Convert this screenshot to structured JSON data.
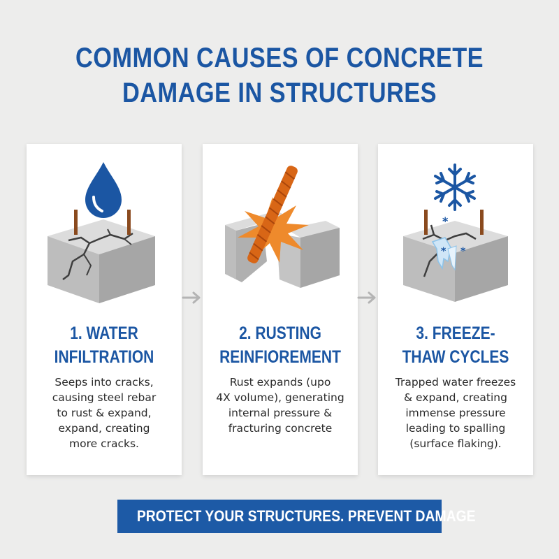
{
  "title": {
    "line1": "COMMON CAUSES OF CONCRETE",
    "line2": "DAMAGE IN STRUCTURES"
  },
  "cards": [
    {
      "icon": "water-drop-icon",
      "title_lines": [
        "1. WATER",
        "INFILTRATION"
      ],
      "text_lines": [
        "Seeps into cracks,",
        "causing steel rebar",
        "to rust & expand,",
        "expand, creating",
        "more cracks."
      ]
    },
    {
      "icon": "rust-burst-icon",
      "title_lines": [
        "2. RUSTING",
        "REINFIOREMENT"
      ],
      "text_lines": [
        "Rust expands (upo",
        "4X volume), generating",
        "internal pressure &",
        "fracturing concrete"
      ]
    },
    {
      "icon": "snowflake-icon",
      "title_lines": [
        "3. FREEZE-",
        "THAW CYCLES"
      ],
      "text_lines": [
        "Trapped water freezes",
        "& expand, creating",
        "immense pressure",
        "leading to spalling",
        "(surface flaking)."
      ]
    }
  ],
  "banner": {
    "text": "PROTECT YOUR STRUCTURES. PREVENT DAMAGE"
  },
  "colors": {
    "brand_blue": "#1b56a3",
    "rust_orange": "#e8731f",
    "concrete_gray": "#b9b9b9",
    "background": "#ededec"
  }
}
